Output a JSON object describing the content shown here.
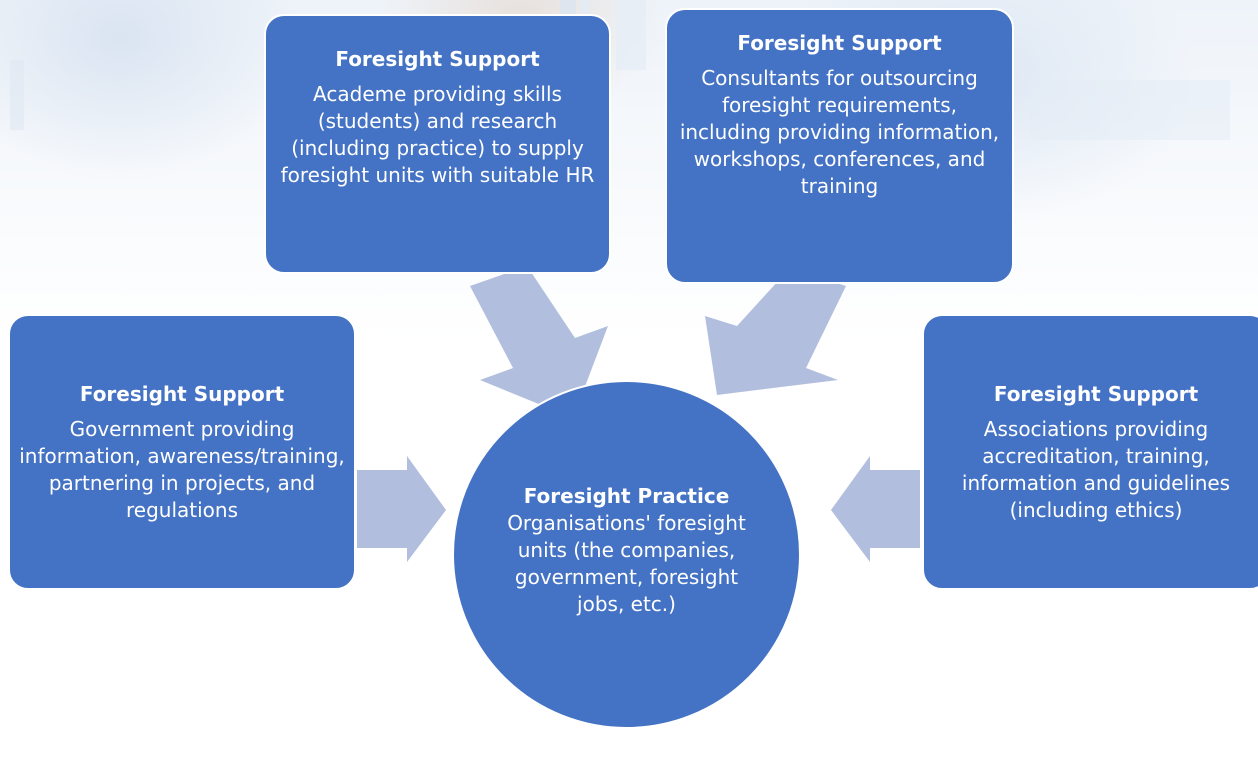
{
  "colors": {
    "node_fill": "#4472c4",
    "node_border": "#ffffff",
    "arrow_fill": "#a9b7da",
    "text": "#ffffff"
  },
  "center": {
    "title": "Foresight Practice",
    "body": "Organisations' foresight units (the companies, government, foresight jobs, etc.)"
  },
  "supports": [
    {
      "id": "academe",
      "title": "Foresight Support",
      "body": "Academe providing skills (students) and research (including practice) to supply  foresight units with suitable HR"
    },
    {
      "id": "consultants",
      "title": "Foresight Support",
      "body": "Consultants for outsourcing foresight requirements, including providing information, workshops, conferences, and training"
    },
    {
      "id": "government",
      "title": "Foresight Support",
      "body": "Government providing information, awareness/training, partnering in projects, and regulations"
    },
    {
      "id": "associations",
      "title": "Foresight Support",
      "body": "Associations providing accreditation, training, information and guidelines (including ethics)"
    }
  ],
  "arrows": [
    {
      "from": "academe",
      "to": "center"
    },
    {
      "from": "consultants",
      "to": "center"
    },
    {
      "from": "government",
      "to": "center"
    },
    {
      "from": "associations",
      "to": "center"
    }
  ]
}
